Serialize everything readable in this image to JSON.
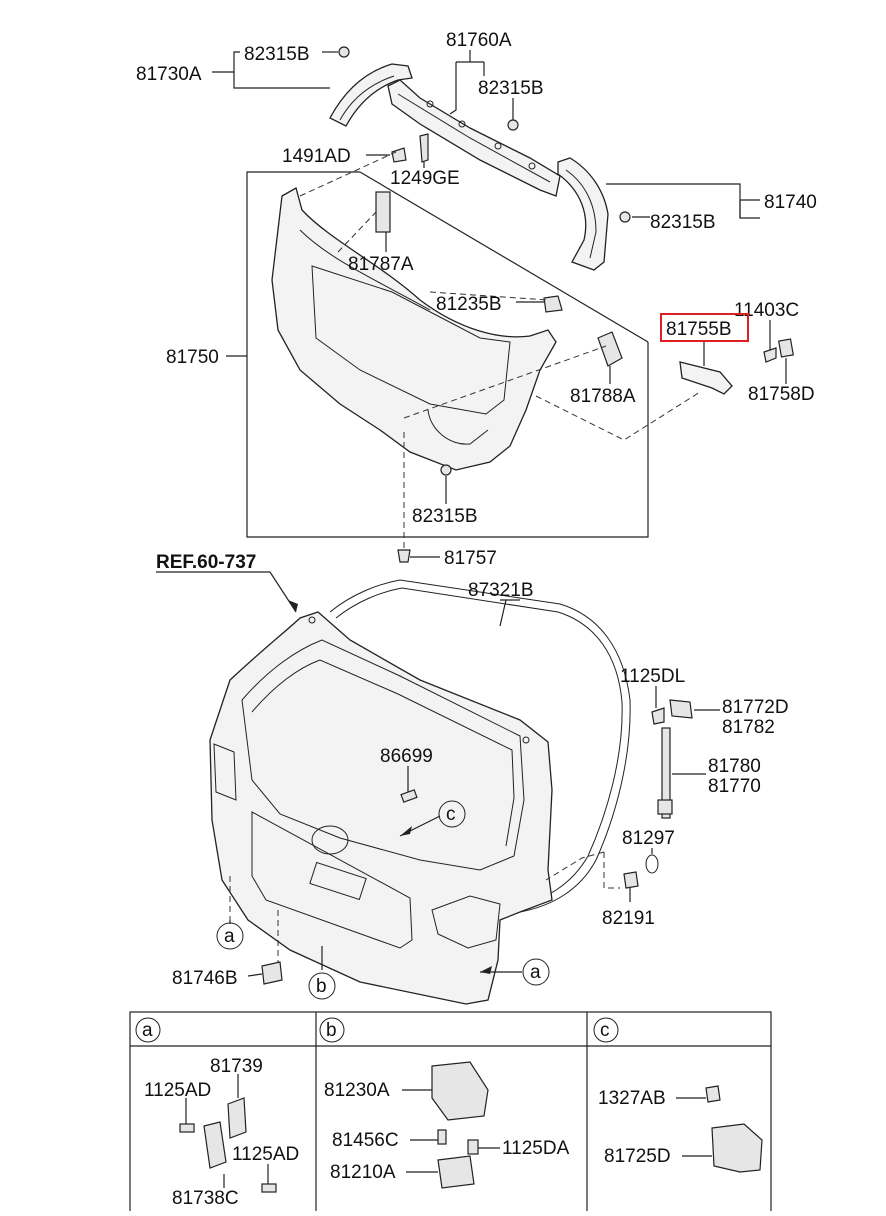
{
  "diagram": {
    "ref": "REF.60-737",
    "labels": {
      "p81730A": "81730A",
      "p82315B_1": "82315B",
      "p81760A": "81760A",
      "p82315B_2": "82315B",
      "p1491AD": "1491AD",
      "p1249GE": "1249GE",
      "p81740": "81740",
      "p82315B_3": "82315B",
      "p81787A": "81787A",
      "p81235B": "81235B",
      "p11403C": "11403C",
      "p81755B": "81755B",
      "p81750": "81750",
      "p81788A": "81788A",
      "p81758D": "81758D",
      "p82315B_4": "82315B",
      "p81757": "81757",
      "p87321B": "87321B",
      "p1125DL": "1125DL",
      "p81772D": "81772D",
      "p81782": "81782",
      "p86699": "86699",
      "p81780": "81780",
      "p81770": "81770",
      "p81297": "81297",
      "p82191": "82191",
      "p81746B": "81746B"
    },
    "callouts": {
      "a": "a",
      "b": "b",
      "c": "c"
    },
    "highlighted_part": "81755B",
    "table": {
      "headers": [
        "a",
        "b",
        "c"
      ],
      "col_a": {
        "p81739": "81739",
        "p1125AD_1": "1125AD",
        "p1125AD_2": "1125AD",
        "p81738C": "81738C"
      },
      "col_b": {
        "p81230A": "81230A",
        "p81456C": "81456C",
        "p1125DA": "1125DA",
        "p81210A": "81210A"
      },
      "col_c": {
        "p1327AB": "1327AB",
        "p81725D": "81725D"
      }
    },
    "colors": {
      "highlight": "#e02020",
      "line": "#222222"
    }
  }
}
